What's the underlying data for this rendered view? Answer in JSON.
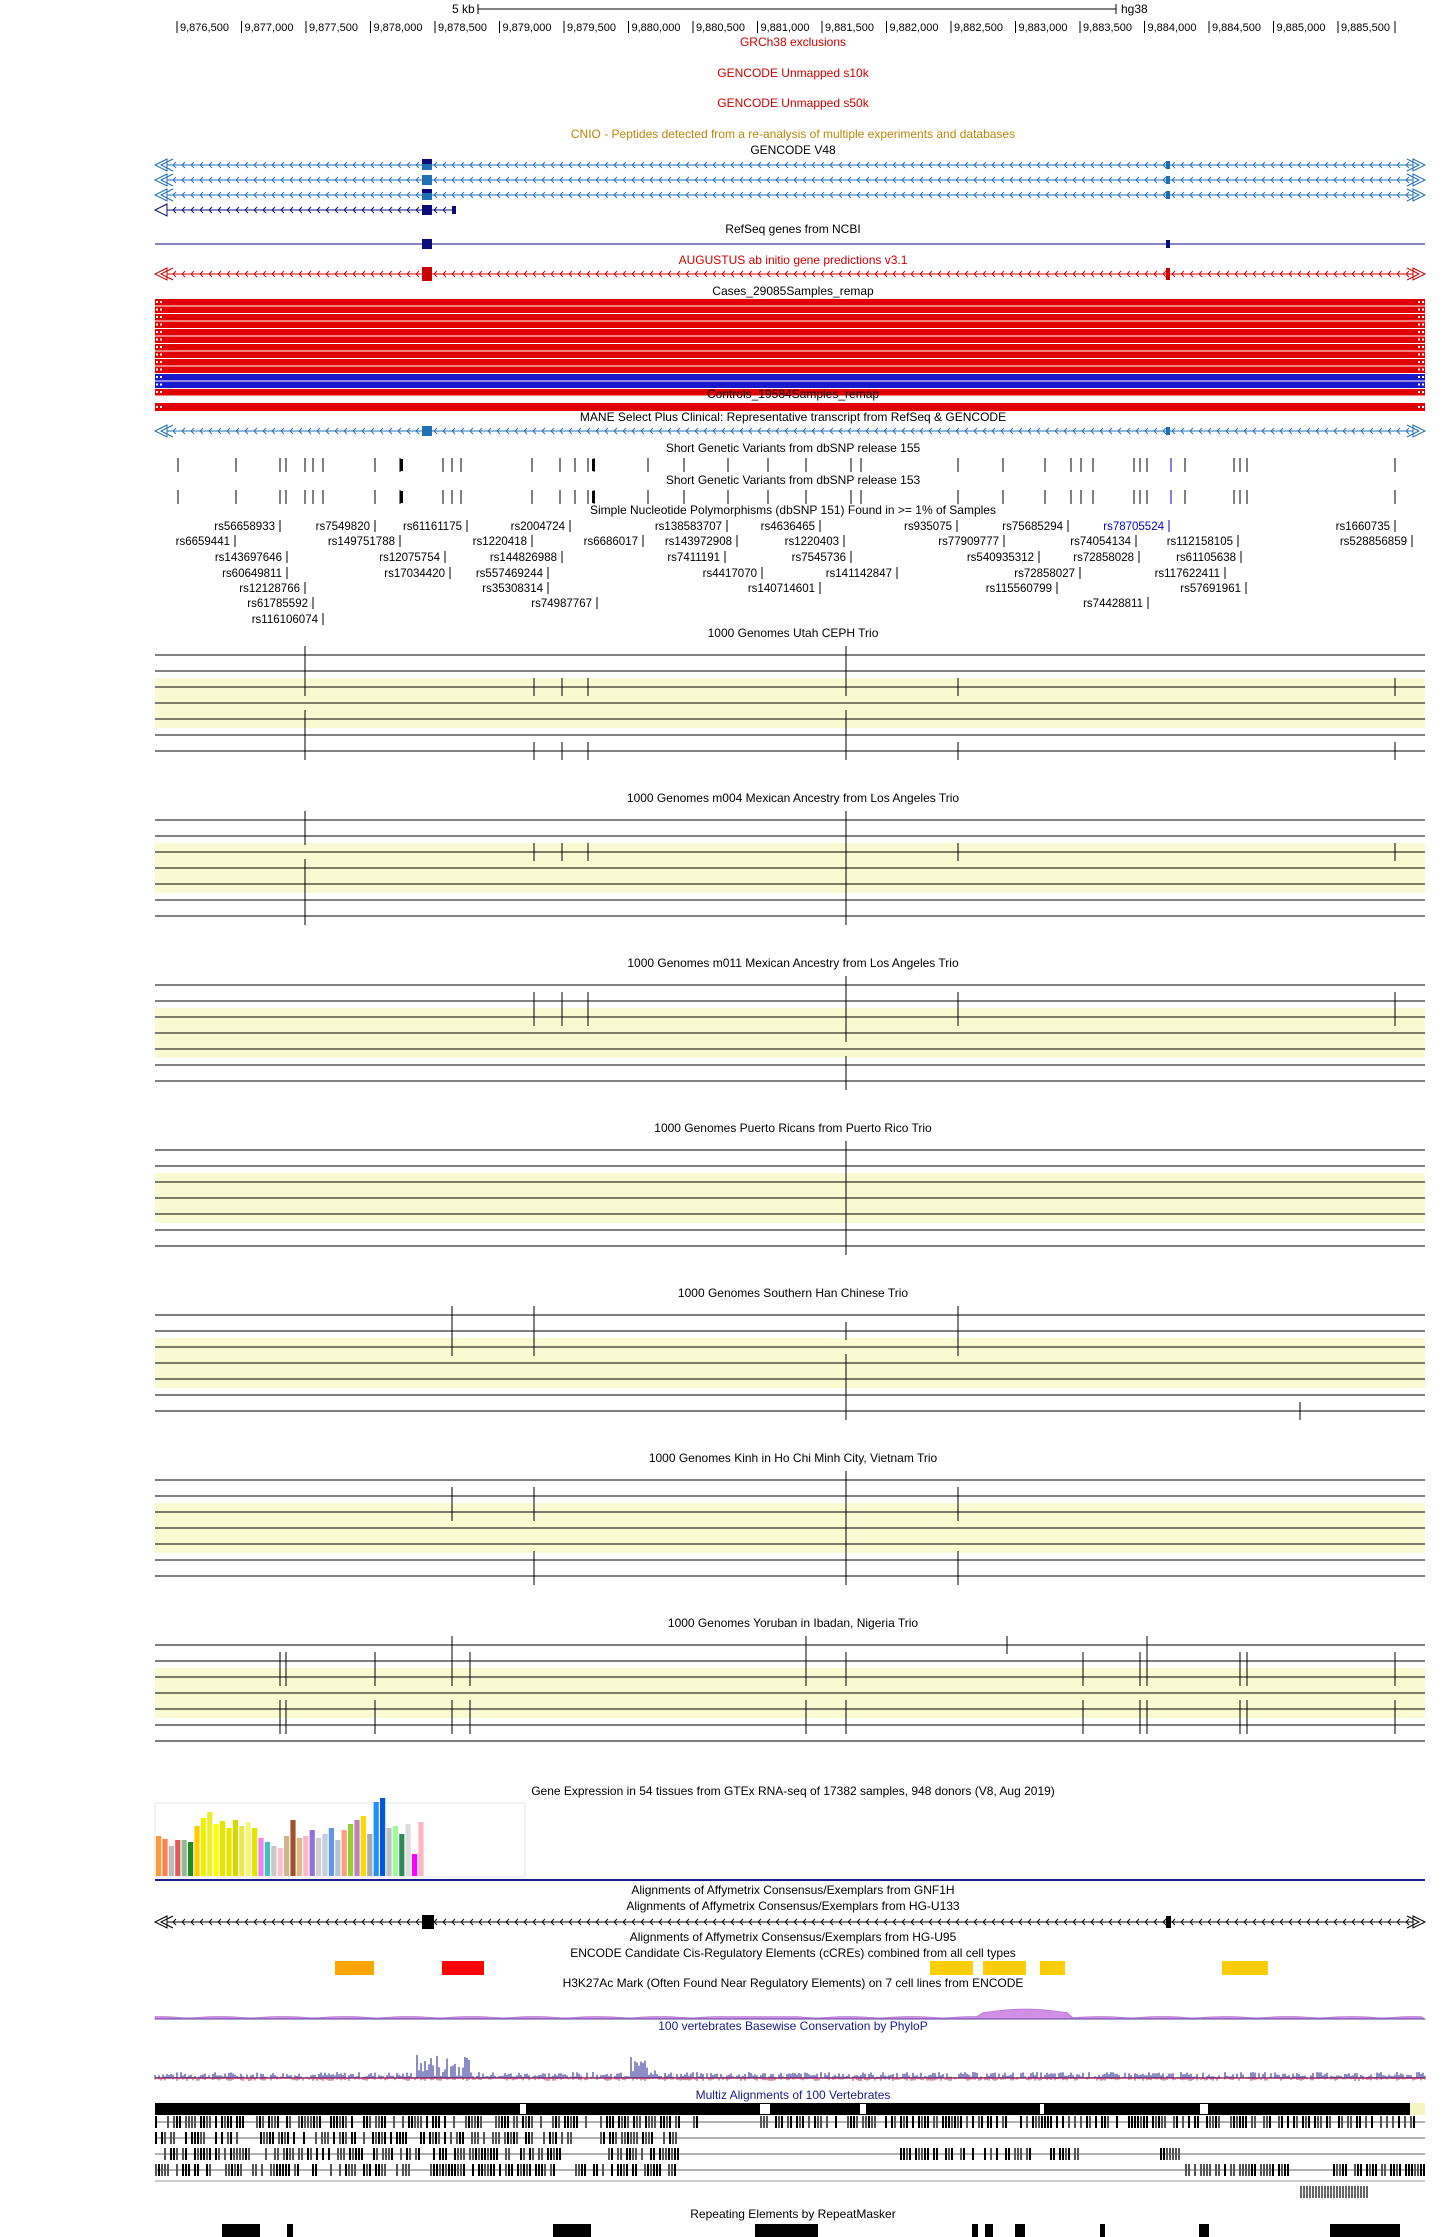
{
  "scale_bar": {
    "label": "5 kb",
    "assembly": "hg38"
  },
  "ruler": {
    "ticks": [
      "9,876,500",
      "9,877,000",
      "9,877,500",
      "9,878,000",
      "9,878,500",
      "9,879,000",
      "9,879,500",
      "9,880,000",
      "9,880,500",
      "9,881,000",
      "9,881,500",
      "9,882,000",
      "9,882,500",
      "9,883,000",
      "9,883,500",
      "9,884,000",
      "9,884,500",
      "9,885,000",
      "9,885,500"
    ]
  },
  "tracks": {
    "grch38_exclusions": "GRCh38 exclusions",
    "unmapped_s10k": "GENCODE Unmapped s10k",
    "unmapped_s50k": "GENCODE Unmapped s50k",
    "cnio": "CNIO - Peptides detected from a re-analysis of multiple experiments and databases",
    "gencode": "GENCODE V48",
    "refseq": "RefSeq genes from NCBI",
    "augustus": "AUGUSTUS ab initio gene predictions v3.1",
    "cases": "Cases_29085Samples_remap",
    "controls": "Controls_19584Samples_remap",
    "mane": "MANE Select Plus Clinical: Representative transcript from RefSeq & GENCODE",
    "dbsnp155": "Short Genetic Variants from dbSNP release 155",
    "dbsnp153": "Short Genetic Variants from dbSNP release 153",
    "common_snps": "Simple Nucleotide Polymorphisms (dbSNP 151) Found in >= 1% of Samples",
    "trio_ceph": "1000 Genomes Utah CEPH Trio",
    "trio_m004": "1000 Genomes m004 Mexican Ancestry from Los Angeles Trio",
    "trio_m011": "1000 Genomes m011 Mexican Ancestry from Los Angeles Trio",
    "trio_pr": "1000 Genomes Puerto Ricans from Puerto Rico Trio",
    "trio_han": "1000 Genomes Southern Han Chinese Trio",
    "trio_kinh": "1000 Genomes Kinh in Ho Chi Minh City, Vietnam Trio",
    "trio_yri": "1000 Genomes Yoruban in Ibadan, Nigeria Trio",
    "gtex": "Gene Expression in 54 tissues from GTEx RNA-seq of 17382 samples, 948 donors (V8, Aug 2019)",
    "affy_gnf1h": "Alignments of Affymetrix Consensus/Exemplars from GNF1H",
    "affy_u133": "Alignments of Affymetrix Consensus/Exemplars from HG-U133",
    "affy_u95": "Alignments of Affymetrix Consensus/Exemplars from HG-U95",
    "encode_ccre": "ENCODE Candidate Cis-Regulatory Elements (cCREs) combined from all cell types",
    "h3k27ac": "H3K27Ac Mark (Often Found Near Regulatory Elements) on 7 cell lines from ENCODE",
    "phylop": "100 vertebrates Basewise Conservation by PhyloP",
    "multiz": "Multiz Alignments of 100 Vertebrates",
    "repeatmasker": "Repeating Elements by RepeatMasker"
  },
  "snps": [
    {
      "id": "rs56658933",
      "row": 0
    },
    {
      "id": "rs7549820",
      "row": 0
    },
    {
      "id": "rs61161175",
      "row": 0
    },
    {
      "id": "rs2004724",
      "row": 0
    },
    {
      "id": "rs138583707",
      "row": 0
    },
    {
      "id": "rs4636465",
      "row": 0
    },
    {
      "id": "rs935075",
      "row": 0
    },
    {
      "id": "rs75685294",
      "row": 0
    },
    {
      "id": "rs78705524",
      "row": 0,
      "color": "#0000cc"
    },
    {
      "id": "rs1660735",
      "row": 0
    },
    {
      "id": "rs6659441",
      "row": 1
    },
    {
      "id": "rs149751788",
      "row": 1
    },
    {
      "id": "rs1220418",
      "row": 1
    },
    {
      "id": "rs6686017",
      "row": 1
    },
    {
      "id": "rs143972908",
      "row": 1
    },
    {
      "id": "rs1220403",
      "row": 1
    },
    {
      "id": "rs77909777",
      "row": 1
    },
    {
      "id": "rs74054134",
      "row": 1
    },
    {
      "id": "rs112158105",
      "row": 1
    },
    {
      "id": "rs528856859",
      "row": 1
    },
    {
      "id": "rs143697646",
      "row": 2
    },
    {
      "id": "rs12075754",
      "row": 2
    },
    {
      "id": "rs144826988",
      "row": 2
    },
    {
      "id": "rs7411191",
      "row": 2
    },
    {
      "id": "rs7545736",
      "row": 2
    },
    {
      "id": "rs540935312",
      "row": 2
    },
    {
      "id": "rs72858028",
      "row": 2
    },
    {
      "id": "rs61105638",
      "row": 2
    },
    {
      "id": "rs60649811",
      "row": 3
    },
    {
      "id": "rs17034420",
      "row": 3
    },
    {
      "id": "rs557469244",
      "row": 3
    },
    {
      "id": "rs4417070",
      "row": 3
    },
    {
      "id": "rs141142847",
      "row": 3
    },
    {
      "id": "rs72858027",
      "row": 3
    },
    {
      "id": "rs117622411",
      "row": 3
    },
    {
      "id": "rs12128766",
      "row": 4
    },
    {
      "id": "rs35308314",
      "row": 4
    },
    {
      "id": "rs140714601",
      "row": 4
    },
    {
      "id": "rs115560799",
      "row": 4
    },
    {
      "id": "rs57691961",
      "row": 4
    },
    {
      "id": "rs61785592",
      "row": 5
    },
    {
      "id": "rs74987767",
      "row": 5
    },
    {
      "id": "rs74428811",
      "row": 5
    },
    {
      "id": "rs116106074",
      "row": 6
    }
  ],
  "colors": {
    "gencode": "#1f6fb5",
    "refseq": "#0c0c78",
    "augustus": "#cc0000",
    "cases": "#e00000",
    "cases_alt": "#1a1acc",
    "trio_band": "#fafad2",
    "ccre_orange": "#ffa500",
    "ccre_red": "#ff0000",
    "ccre_yellow": "#ffcd00",
    "phylop": "#1a1a8c",
    "cnio": "#b8860b"
  }
}
